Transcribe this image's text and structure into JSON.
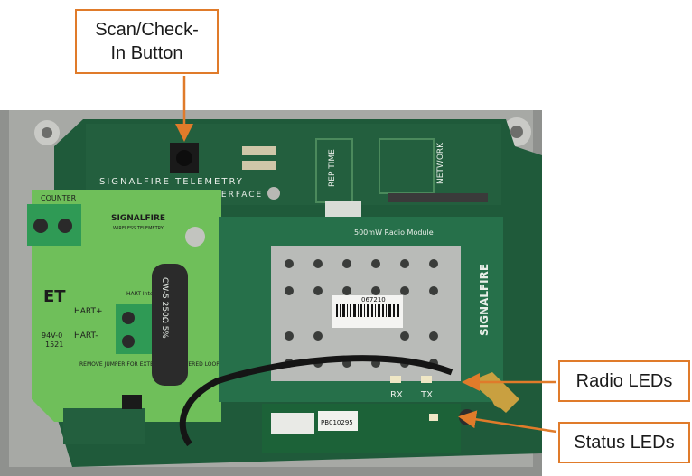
{
  "labels": {
    "scan_checkin": "Scan/Check-\nIn Button",
    "radio_leds": "Radio LEDs",
    "status_leds": "Status LEDs"
  },
  "board": {
    "brand": "SIGNALFIRE TELEMETRY",
    "sensor_interface": "SENSOR INTERFACE",
    "radio_module": "500mW Radio Module",
    "counter": "COUNTER",
    "hart_plus": "HART+",
    "hart_minus": "HART-",
    "hart_interface": "HART Interface",
    "remove_jumper": "REMOVE JUMPER FOR EXTERNALLY POWERED LOOP",
    "resistor": "CW-5 250Ω 5%",
    "rx": "RX",
    "tx": "TX",
    "rep_time": "REP TIME",
    "network": "NETWORK",
    "barcode_top": "067210",
    "barcode_bottom": "PB010295",
    "logo": "SIGNALFIRE",
    "logo_sub": "WIRELESS TELEMETRY",
    "et": "ET",
    "rating": "94V-0",
    "code": "1521"
  },
  "colors": {
    "callout_border": "#e07b2a",
    "arrow": "#e07b2a",
    "pcb_main": "#1f5a3a",
    "pcb_light": "#6fbf5a",
    "enclosure": "#9a9c99"
  }
}
